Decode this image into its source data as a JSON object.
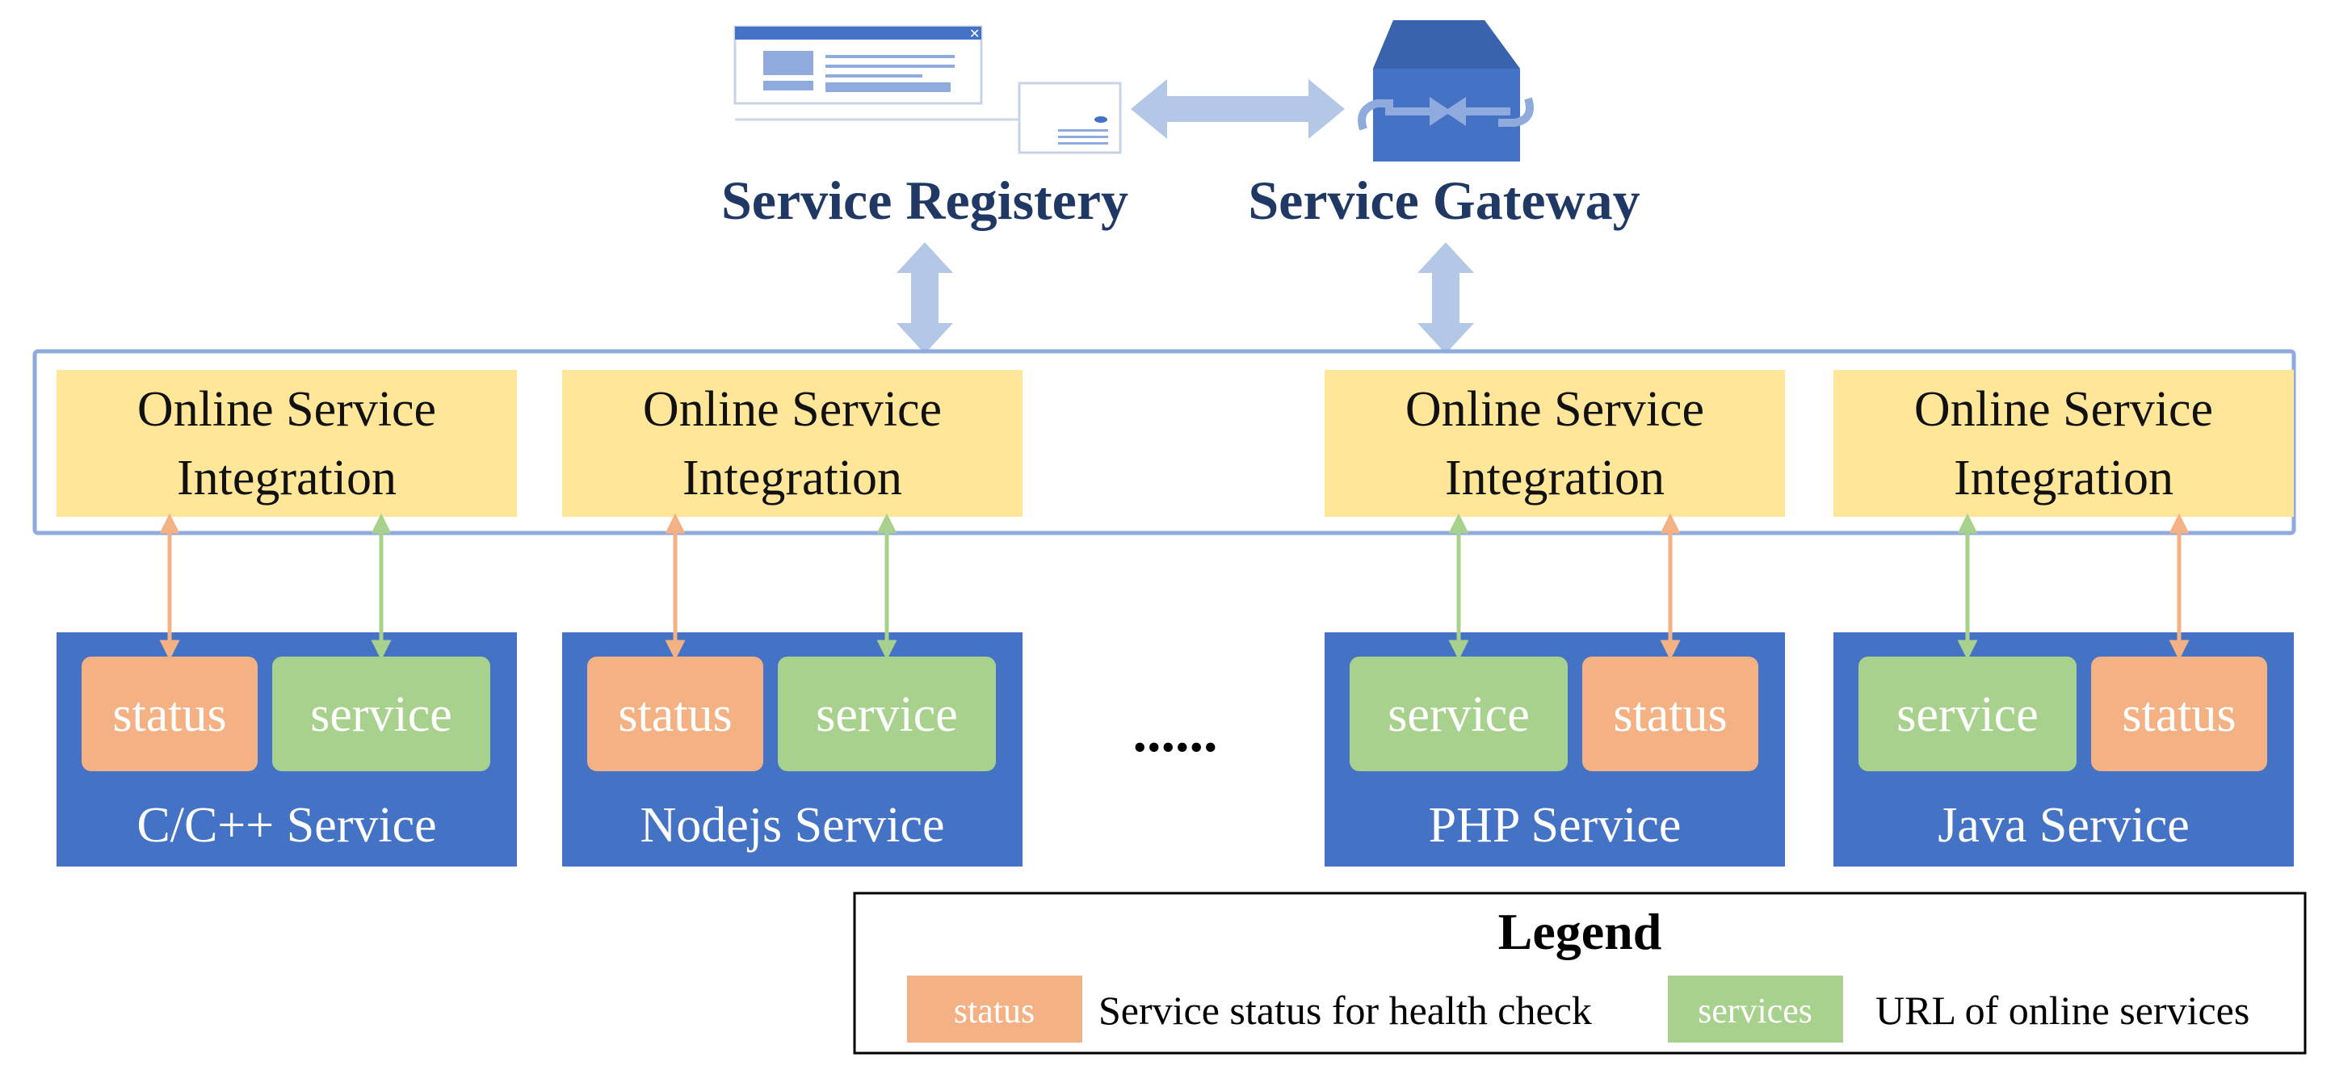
{
  "registry": {
    "label": "Service Registery"
  },
  "gateway": {
    "label": "Service Gateway"
  },
  "integration_label_line1": "Online Service",
  "integration_label_line2": "Integration",
  "ellipsis": "......",
  "services": [
    {
      "name": "C/C++ Service",
      "chips": [
        "status",
        "service"
      ]
    },
    {
      "name": "Nodejs Service",
      "chips": [
        "status",
        "service"
      ]
    },
    {
      "name": "PHP Service",
      "chips": [
        "service",
        "status"
      ]
    },
    {
      "name": "Java Service",
      "chips": [
        "service",
        "status"
      ]
    }
  ],
  "legend": {
    "title": "Legend",
    "status_chip": "status",
    "status_desc": "Service status for health check",
    "services_chip": "services",
    "services_desc": "URL of online services"
  },
  "colors": {
    "status": "#f4b183",
    "service": "#a9d18e",
    "service_box": "#4472c4",
    "integration": "#ffe699",
    "arrow": "#b4c7e7",
    "title": "#1f3864"
  }
}
